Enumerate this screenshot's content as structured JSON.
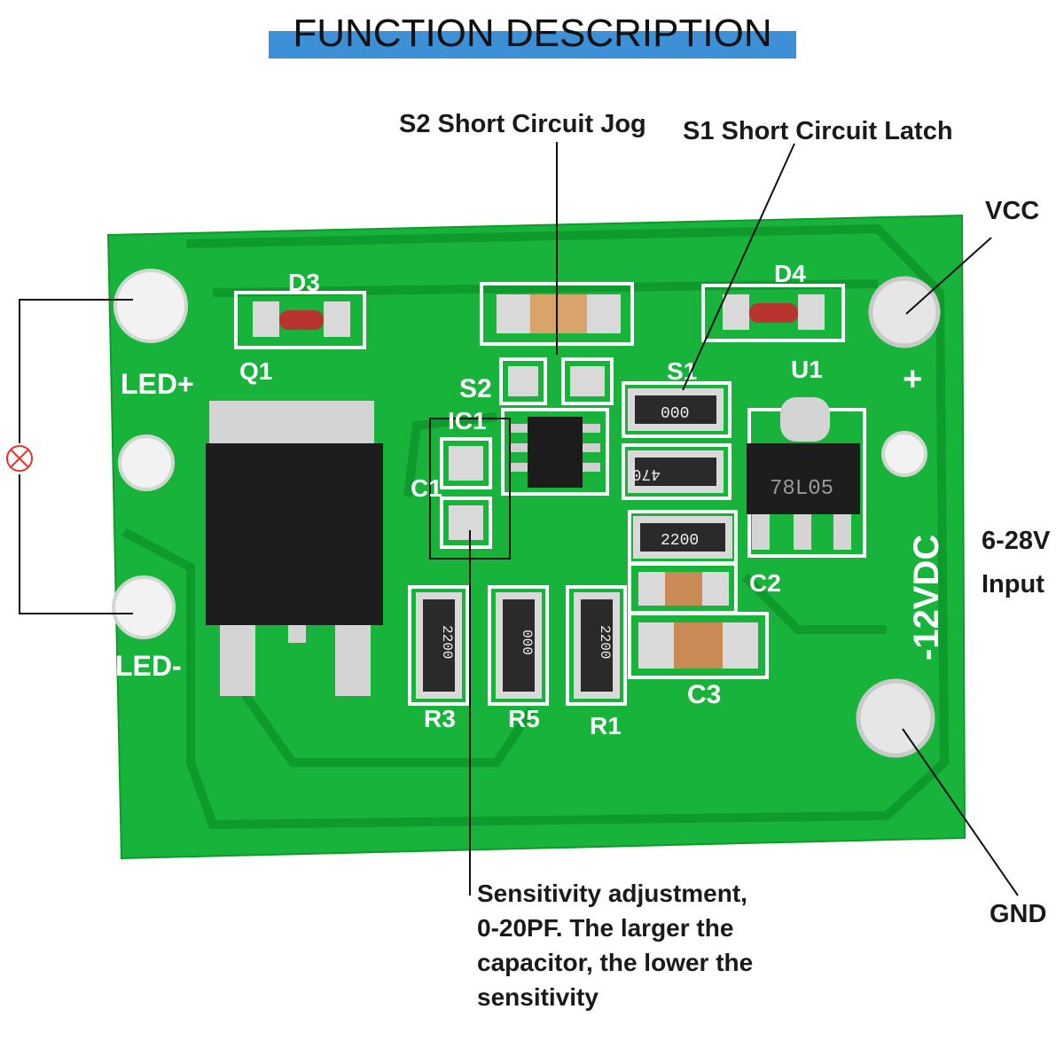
{
  "title": "FUNCTION DESCRIPTION",
  "callouts": {
    "s2": "S2 Short Circuit Jog",
    "s1": "S1 Short Circuit Latch",
    "vcc": "VCC",
    "input_range": "6-28V",
    "input_word": "Input",
    "gnd": "GND"
  },
  "sensitivity_note": {
    "line1": "Sensitivity adjustment,",
    "line2": "0-20PF. The larger the",
    "line3": "capacitor, the lower the",
    "line4": "sensitivity"
  },
  "silkscreen": {
    "led_plus": "LED+",
    "led_minus": "LED-",
    "d3": "D3",
    "d4": "D4",
    "q1": "Q1",
    "s2": "S2",
    "s1": "S1",
    "u1": "U1",
    "ic1": "IC1",
    "c1": "C1",
    "c2": "C2",
    "c3": "C3",
    "r3": "R3",
    "r5": "R5",
    "r1": "R1",
    "plus": "+",
    "voltage": "-12VDC",
    "regulator": "78L05",
    "res_000": "000",
    "res_470": "470",
    "res_2200": "2200"
  },
  "colors": {
    "pcb": "#17b33a",
    "trace": "#0f9a2e",
    "silk": "#ffffff",
    "title_bar": "#3d8fd6",
    "lamp": "#e8322a"
  }
}
